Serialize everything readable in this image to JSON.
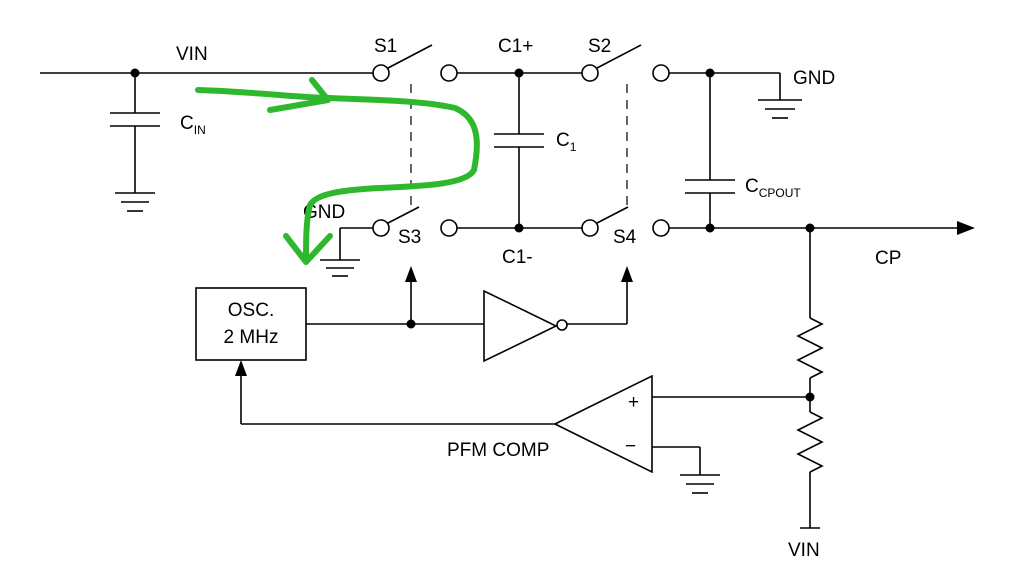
{
  "labels": {
    "vin_top": "VIN",
    "cin_main": "C",
    "cin_sub": "IN",
    "s1": "S1",
    "c1plus": "C1+",
    "s2": "S2",
    "gnd_right": "GND",
    "c1_main": "C",
    "c1_sub": "1",
    "ccpout_main": "C",
    "ccpout_sub": "CPOUT",
    "gnd_left": "GND",
    "s3": "S3",
    "c1minus": "C1-",
    "s4": "S4",
    "cp": "CP",
    "osc_line1": "OSC.",
    "osc_line2": "2 MHz",
    "comp_plus": "+",
    "comp_minus": "−",
    "pfm_comp": "PFM COMP",
    "vin_bottom": "VIN"
  },
  "colors": {
    "wire": "#000000",
    "annotation": "#2eb82e"
  },
  "icons": {
    "ground": "ground-icon",
    "capacitor": "capacitor-icon",
    "resistor": "resistor-icon",
    "switch": "switch-icon",
    "inverter": "inverter-icon",
    "comparator": "comparator-icon",
    "arrow": "arrow-icon"
  }
}
